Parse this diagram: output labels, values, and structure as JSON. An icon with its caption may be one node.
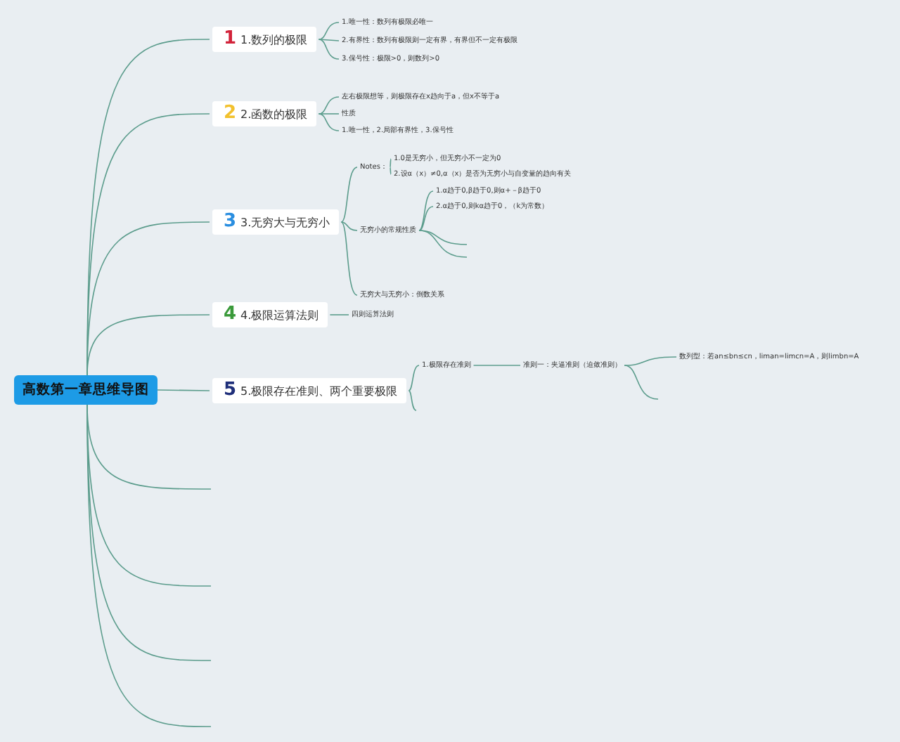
{
  "diagram": {
    "nodes": [
      {
        "text": [
          "高数第一章思维导图"
        ]
      },
      {
        "text": [
          "1",
          "1.数列的极限"
        ]
      },
      {
        "text": [
          "1.唯一性：数列有极限必唯一"
        ]
      },
      {
        "text": [
          "2.有界性：数列有极限则一定有界，有界但不一定有极限"
        ]
      },
      {
        "text": [
          "3.保号性：极限>0，则数列>0"
        ]
      },
      {
        "text": [
          "2",
          "2.函数的极限"
        ]
      },
      {
        "text": [
          "左右极限想等，则极限存在x趋向于a，但x不等于a"
        ]
      },
      {
        "text": [
          "性质"
        ]
      },
      {
        "text": [
          "1.唯一性，2.局部有界性，3.保号性"
        ]
      },
      {
        "text": [
          "3",
          "3.无穷大与无穷小"
        ]
      },
      {
        "text": [
          "Notes："
        ]
      },
      {
        "text": [
          "1.0是无穷小，但无穷小不一定为0"
        ]
      },
      {
        "text": [
          "2.设α（x）≠0,α（x）是否为无穷小与自变量的趋向有关"
        ]
      },
      {
        "text": [
          "无穷小的常规性质"
        ]
      },
      {
        "text": [
          "1.α趋于0,β趋于0,则α+－β趋于0"
        ]
      },
      {
        "text": [
          "2.α趋于0,则kα趋于0，（k为常数）"
        ]
      },
      {
        "text": [
          "无穷大与无穷小：倒数关系"
        ]
      },
      {
        "text": [
          "4",
          "4.极限运算法则"
        ]
      },
      {
        "text": [
          "四则运算法则"
        ]
      },
      {
        "text": [
          "5",
          "5.极限存在准则、两个重要极限"
        ]
      },
      {
        "text": [
          "1.极限存在准则"
        ]
      },
      {
        "text": [
          "准则一：夹逼准则（迫敛准则）"
        ]
      },
      {
        "text": [
          "数列型：若an≤bn≤cn，liman=limcn=A，则limbn=A"
        ]
      }
    ],
    "edges": [
      {
        "from": 0,
        "to": 1,
        "arrow": "none"
      },
      {
        "from": 0,
        "to": 5,
        "arrow": "none"
      },
      {
        "from": 0,
        "to": 9,
        "arrow": "none"
      },
      {
        "from": 0,
        "to": 17,
        "arrow": "none"
      },
      {
        "from": 0,
        "to": 19,
        "arrow": "none"
      },
      {
        "from": 0,
        "to": null,
        "arrow": "none"
      },
      {
        "from": 0,
        "to": null,
        "arrow": "none"
      },
      {
        "from": 0,
        "to": null,
        "arrow": "none"
      },
      {
        "from": 0,
        "to": null,
        "arrow": "none"
      },
      {
        "from": 1,
        "to": 2,
        "arrow": "none"
      },
      {
        "from": 1,
        "to": 3,
        "arrow": "none"
      },
      {
        "from": 1,
        "to": 4,
        "arrow": "none"
      },
      {
        "from": 5,
        "to": 6,
        "arrow": "none"
      },
      {
        "from": 5,
        "to": 7,
        "arrow": "none"
      },
      {
        "from": 5,
        "to": 8,
        "arrow": "none"
      },
      {
        "from": 9,
        "to": 10,
        "arrow": "none"
      },
      {
        "from": 9,
        "to": 13,
        "arrow": "none"
      },
      {
        "from": 9,
        "to": 16,
        "arrow": "none"
      },
      {
        "from": 10,
        "to": 11,
        "arrow": "none"
      },
      {
        "from": 10,
        "to": 12,
        "arrow": "none"
      },
      {
        "from": 13,
        "to": 14,
        "arrow": "none"
      },
      {
        "from": 13,
        "to": 15,
        "arrow": "none"
      },
      {
        "from": 13,
        "to": null,
        "arrow": "none"
      },
      {
        "from": 13,
        "to": null,
        "arrow": "none"
      },
      {
        "from": 17,
        "to": 18,
        "arrow": "none"
      },
      {
        "from": 19,
        "to": 20,
        "arrow": "none"
      },
      {
        "from": 19,
        "to": null,
        "arrow": "none"
      },
      {
        "from": 20,
        "to": 21,
        "arrow": "none"
      },
      {
        "from": 21,
        "to": 22,
        "arrow": "none"
      },
      {
        "from": 21,
        "to": null,
        "arrow": "none"
      }
    ]
  }
}
